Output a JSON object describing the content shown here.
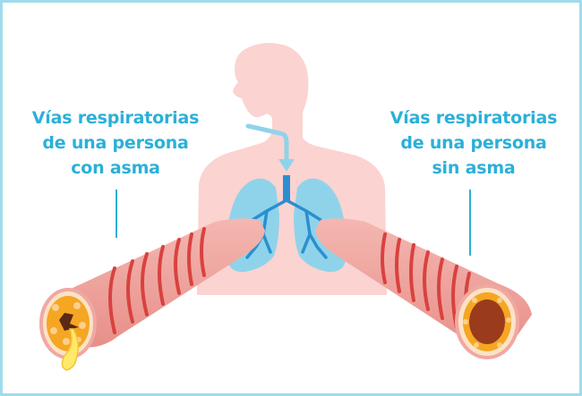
{
  "left_label": {
    "line1": "Vías respiratorias",
    "line2": "de una persona",
    "line3": "con asma"
  },
  "right_label": {
    "line1": "Vías respiratorias",
    "line2": "de una persona",
    "line3": "sin asma"
  },
  "colors": {
    "frame": "#9fdcec",
    "accent": "#2bb0d8",
    "body_silhouette": "#fbd3d0",
    "lungs": "#8fd3ea",
    "trachea": "#2a8fd1",
    "airway_tube": "#f1a8a2",
    "airway_bands": "#d8423f",
    "asthma_mucus": "#f5a623",
    "healthy_lumen": "#9a3b1c"
  },
  "icons": [
    "human-torso-silhouette",
    "lungs",
    "airflow-arrow",
    "airway-cross-section"
  ]
}
